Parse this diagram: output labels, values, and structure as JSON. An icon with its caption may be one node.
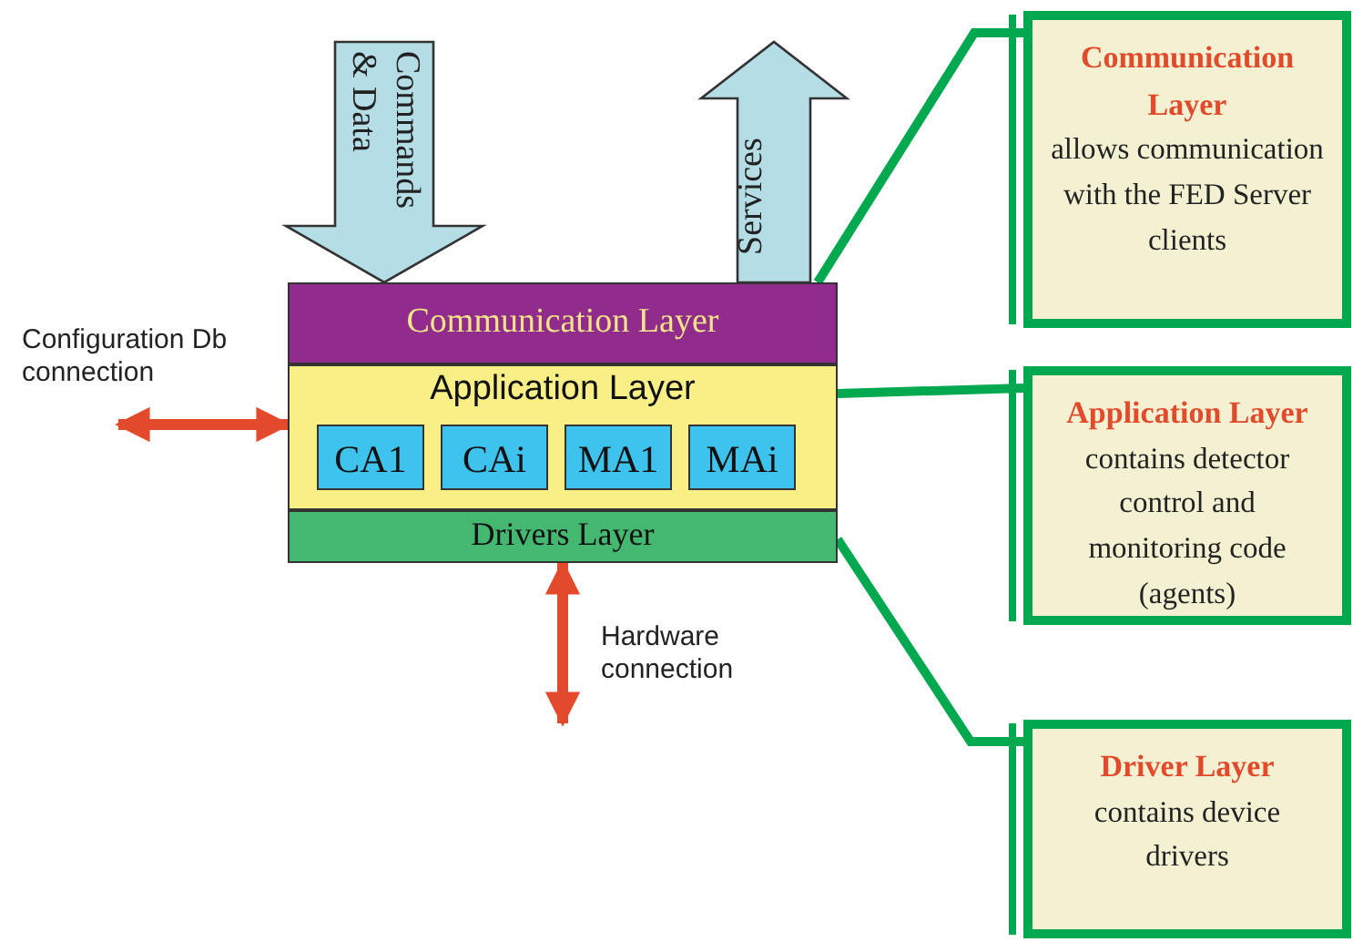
{
  "diagram": {
    "nodes": [
      {
        "text": [
          "Communication Layer"
        ]
      },
      {
        "text": [
          "Application Layer"
        ]
      },
      {
        "text": [
          "CA1"
        ],
        "in": 1
      },
      {
        "text": [
          "CAi"
        ],
        "in": 1
      },
      {
        "text": [
          "MA1"
        ],
        "in": 1
      },
      {
        "text": [
          "MAi"
        ],
        "in": 1
      },
      {
        "text": [
          "Drivers Layer"
        ]
      },
      {
        "text": [
          "Communication Layer",
          "allows communication with the FED Server clients"
        ]
      },
      {
        "text": [
          "Application Layer",
          "contains detector control and monitoring code (agents)"
        ]
      },
      {
        "text": [
          "Driver Layer",
          "contains device drivers"
        ]
      }
    ],
    "edges": [
      {
        "from": null,
        "to": 0,
        "arrow": "to",
        "label": "Commands & Data",
        "style": "thick",
        "color": "#b5dde6"
      },
      {
        "from": 0,
        "to": null,
        "arrow": "to",
        "label": "Services",
        "style": "thick",
        "color": "#b5dde6"
      },
      {
        "from": null,
        "to": 1,
        "arrow": "both",
        "label": "Configuration Db connection",
        "color": "#e34a2c"
      },
      {
        "from": 6,
        "to": null,
        "arrow": "both",
        "label": "Hardware connection",
        "color": "#e34a2c"
      },
      {
        "from": 7,
        "to": 0,
        "arrow": "none",
        "color": "#00a94f"
      },
      {
        "from": 8,
        "to": 1,
        "arrow": "none",
        "color": "#00a94f"
      },
      {
        "from": 9,
        "to": 6,
        "arrow": "none",
        "color": "#00a94f"
      }
    ]
  }
}
